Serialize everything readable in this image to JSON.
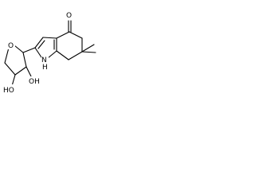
{
  "molecule": {
    "atoms": {
      "oxygen_carbonyl": "O",
      "oxygen_ring": "O",
      "nitrogen": "N",
      "nh_hydrogen": "H",
      "hydroxyl_1": "HO",
      "hydroxyl_2": "OH"
    }
  }
}
